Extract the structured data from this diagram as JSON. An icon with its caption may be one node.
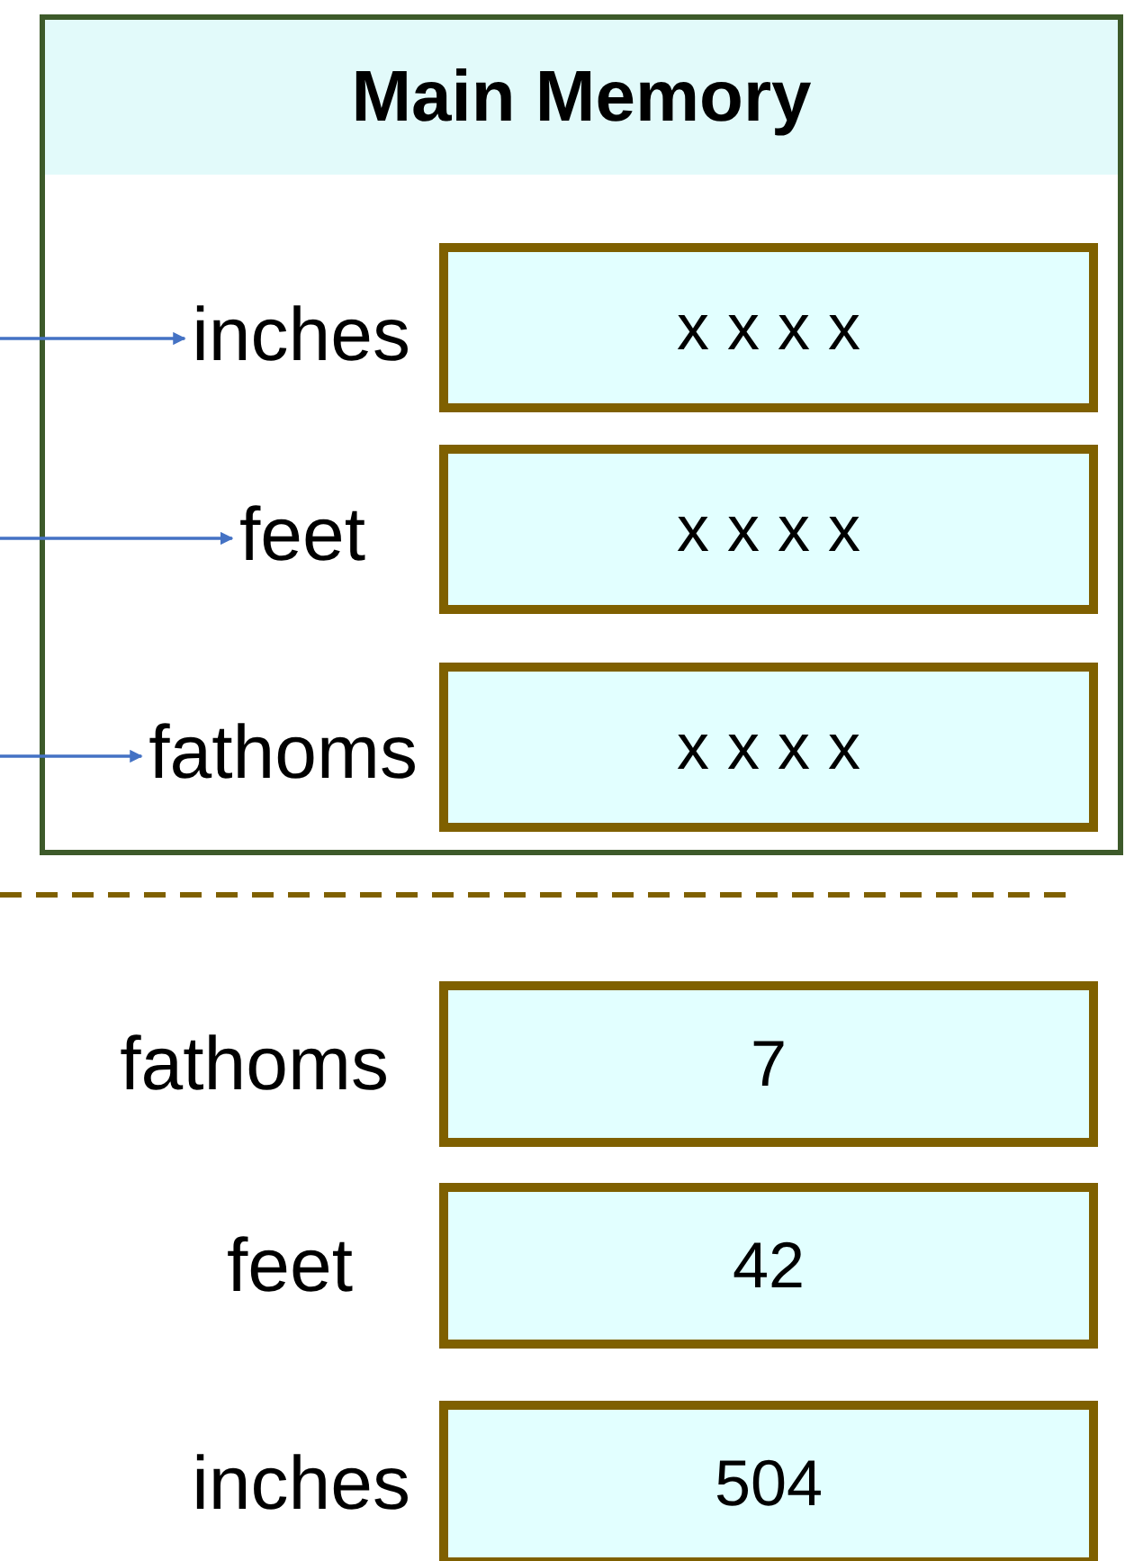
{
  "diagram": {
    "nodes": [
      {
        "text": [
          "Main Memory"
        ]
      },
      {
        "text": [
          "inches"
        ],
        "in": 0
      },
      {
        "text": [
          "x x x x"
        ],
        "in": 0
      },
      {
        "text": [
          "feet"
        ],
        "in": 0
      },
      {
        "text": [
          "x x x x"
        ],
        "in": 0
      },
      {
        "text": [
          "fathoms"
        ],
        "in": 0
      },
      {
        "text": [
          "x x x x"
        ],
        "in": 0
      },
      {
        "text": [
          "7"
        ],
        "beside": [
          "fathoms"
        ]
      },
      {
        "text": [
          "42"
        ],
        "beside": [
          "feet"
        ]
      },
      {
        "text": [
          "504"
        ],
        "beside": [
          "inches"
        ]
      }
    ],
    "edges": [
      {
        "from": null,
        "to": 1,
        "arrow": "to"
      },
      {
        "from": null,
        "to": 3,
        "arrow": "to"
      },
      {
        "from": null,
        "to": 5,
        "arrow": "to"
      }
    ]
  }
}
